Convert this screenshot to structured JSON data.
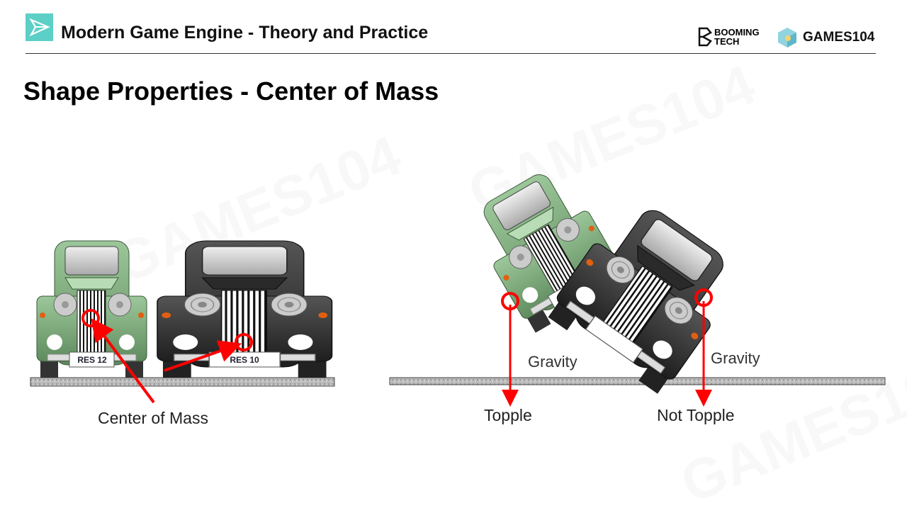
{
  "header": {
    "title": "Modern Game Engine - Theory and Practice",
    "logo_booming": "BOOMING TECH",
    "logo_games": "GAMES104"
  },
  "slide": {
    "title": "Shape Properties - Center of Mass"
  },
  "diagram": {
    "left": {
      "car1_plate": "RES 12",
      "car2_plate": "RES 10",
      "label": "Center of Mass"
    },
    "right": {
      "gravity1": "Gravity",
      "gravity2": "Gravity",
      "label1": "Topple",
      "label2": "Not Topple"
    }
  },
  "colors": {
    "accent": "#5ccfc6",
    "arrow": "#ff0000",
    "green_car": "#9cc79a",
    "dark_car": "#3a3a3a"
  }
}
